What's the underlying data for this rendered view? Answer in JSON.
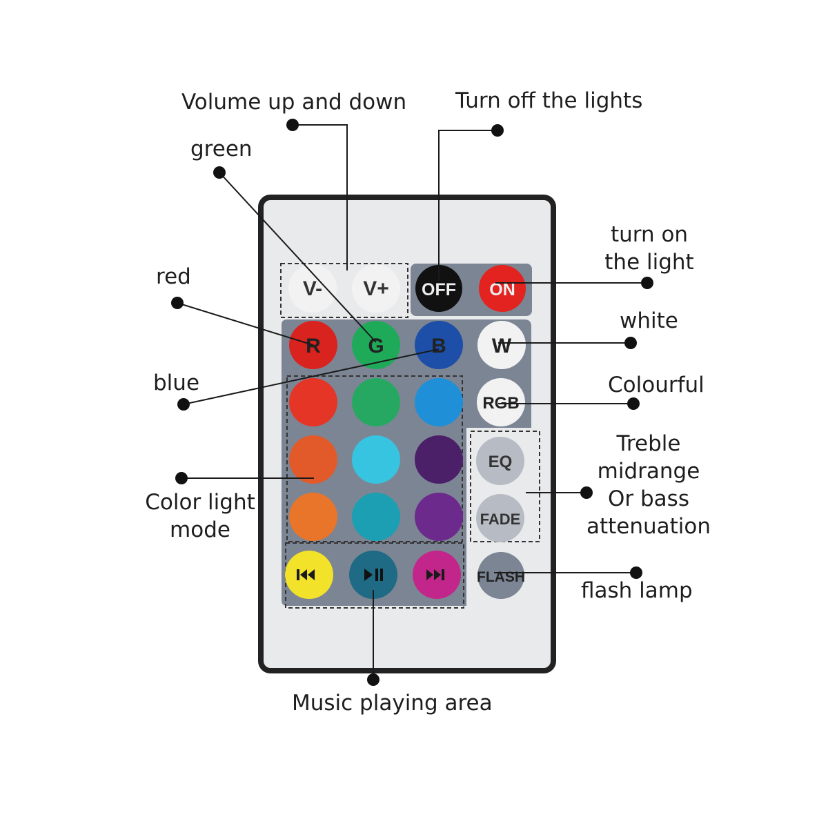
{
  "callouts": {
    "volume": "Volume up and down",
    "turn_off": "Turn off the lights",
    "green": "green",
    "turn_on_line1": "turn on",
    "turn_on_line2": "the light",
    "red": "red",
    "white": "white",
    "blue": "blue",
    "colourful": "Colourful",
    "treble_line1": "Treble",
    "treble_line2": "midrange",
    "treble_line3": "Or bass",
    "treble_line4": "attenuation",
    "color_mode_line1": "Color light",
    "color_mode_line2": "mode",
    "flash_lamp": "flash lamp",
    "music_area": "Music playing area"
  },
  "buttons": {
    "vol_down": "V-",
    "vol_up": "V+",
    "off": "OFF",
    "on": "ON",
    "red": "R",
    "green": "G",
    "blue": "B",
    "white": "W",
    "rgb": "RGB",
    "eq": "EQ",
    "fade": "FADE",
    "flash": "FLASH"
  },
  "icons": {
    "prev": "skip-previous-icon",
    "play_pause": "play-pause-icon",
    "next": "skip-next-icon"
  },
  "colors": {
    "remote_body": "#e9eaec",
    "remote_border": "#222222",
    "panel": "#7c8594",
    "red": "#d8231f",
    "green": "#1faa5a",
    "blue": "#1d4fa8",
    "white_btn": "#f2f2f2",
    "off_btn": "#111111",
    "on_btn": "#e2231f",
    "grey_btn": "#b7bcc4",
    "prev_btn": "#f2e22a",
    "play_btn": "#1f6a84",
    "next_btn": "#c2268a",
    "grid": [
      "#e53526",
      "#27a862",
      "#1f8fd8",
      "#e25a2a",
      "#37c4e0",
      "#4b2068",
      "#e8752a",
      "#1c9fb2",
      "#6b2a8c"
    ]
  }
}
